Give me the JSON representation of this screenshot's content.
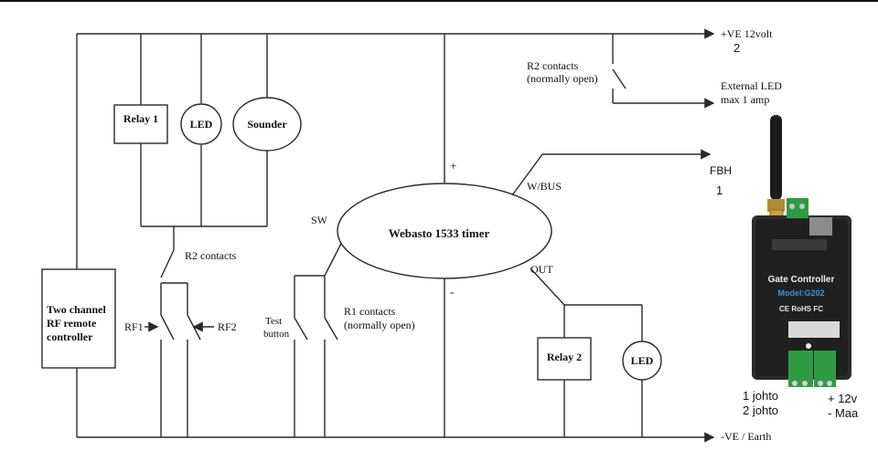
{
  "diagram": {
    "top_rail": {
      "label": "+VE 12volt",
      "number": "2"
    },
    "bottom_rail": {
      "label": "-VE / Earth"
    },
    "relay1": {
      "label": "Relay 1"
    },
    "led1": {
      "label": "LED"
    },
    "sounder": {
      "label": "Sounder"
    },
    "r2_contacts_left": {
      "label": "R2 contacts"
    },
    "rf_controller": {
      "line1": "Two channel",
      "line2": "RF remote",
      "line3": "controller"
    },
    "rf1": {
      "label": "RF1"
    },
    "rf2": {
      "label": "RF2"
    },
    "test_button": {
      "line1": "Test",
      "line2": "button"
    },
    "r1_contacts": {
      "line1": "R1 contacts",
      "line2": "(normally open)"
    },
    "sw": {
      "label": "SW"
    },
    "timer": {
      "label": "Webasto 1533 timer",
      "plus": "+",
      "minus": "-"
    },
    "wbus": {
      "label": "W/BUS"
    },
    "fbh": {
      "label": "FBH",
      "number": "1"
    },
    "out": {
      "label": "OUT"
    },
    "relay2": {
      "label": "Relay 2"
    },
    "led2": {
      "label": "LED"
    },
    "r2_contacts_right": {
      "line1": "R2 contacts",
      "line2": "(normally open)"
    },
    "external_led": {
      "line1": "External LED",
      "line2": "max 1 amp"
    },
    "gate_controller": {
      "title": "Gate Controller",
      "model": "Model:G202",
      "marks": "CE RoHS FC",
      "wire_note_line1": "1 johto",
      "wire_note_line2": "2 johto",
      "power_note_line1": "+ 12v",
      "power_note_line2": "- Maa"
    }
  }
}
